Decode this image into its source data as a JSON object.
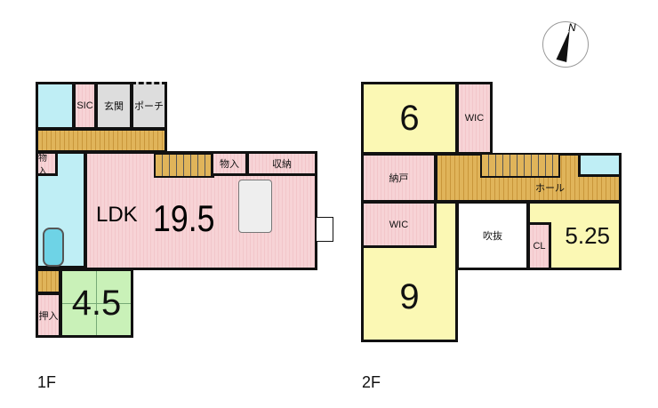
{
  "floor1": {
    "label": "1F",
    "rooms": {
      "sic": "SIC",
      "genkan": "玄関",
      "porch": "ポーチ",
      "storage_left": "物入",
      "storage_ldk": "物入",
      "shuno": "収納",
      "ldk_prefix": "LDK",
      "ldk_size": "19.5",
      "tatami_size": "4.5",
      "oshiire": "押入"
    }
  },
  "floor2": {
    "label": "2F",
    "rooms": {
      "room6": "6",
      "wic_top": "WIC",
      "nando": "納戸",
      "hall": "ホール",
      "wic_left": "WIC",
      "fukinuke": "吹抜",
      "cl": "CL",
      "room525": "5.25",
      "room9": "9"
    }
  },
  "compass": {
    "north": "N"
  }
}
